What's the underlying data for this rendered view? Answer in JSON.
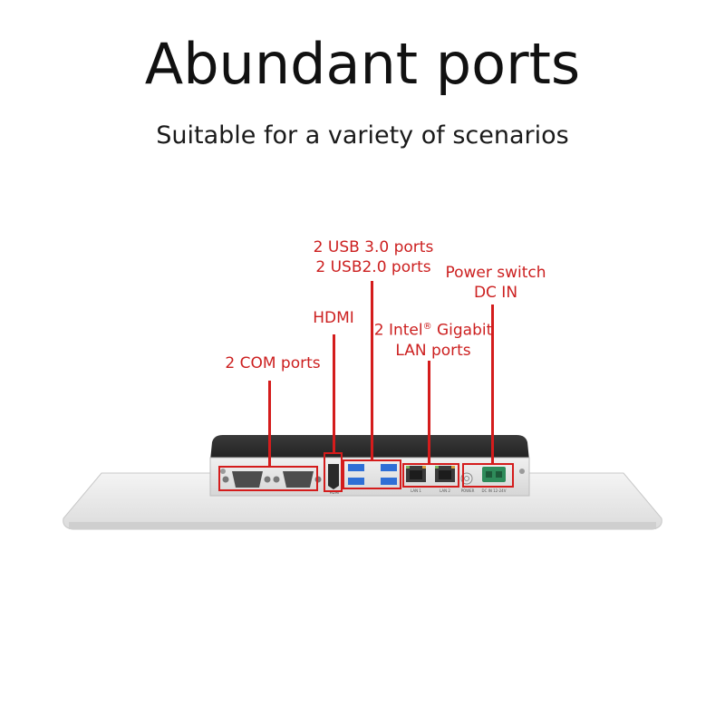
{
  "header": {
    "title": "Abundant ports",
    "subtitle": "Suitable for a variety of scenarios"
  },
  "callouts": {
    "usb": {
      "line1": "2 USB 3.0 ports",
      "line2": "2 USB2.0 ports"
    },
    "power": {
      "line1": "Power switch",
      "line2": "DC IN"
    },
    "hdmi": {
      "line1": "HDMI"
    },
    "lan": {
      "line1_prefix": "2 Intel",
      "line1_reg": "®",
      "line1_suffix": " Gigabit",
      "line2": "LAN ports"
    },
    "com": {
      "line1": "2 COM ports"
    }
  },
  "panel_labels": {
    "hdmi": "HDMI",
    "lan1": "LAN 1",
    "lan2": "LAN 2",
    "power": "POWER",
    "dcin": "DC IN 12-24V"
  },
  "colors": {
    "accent": "#d41c1c",
    "label_text": "#cc1f1f",
    "title_text": "#111111",
    "usb_blue": "#2f6fd6"
  }
}
